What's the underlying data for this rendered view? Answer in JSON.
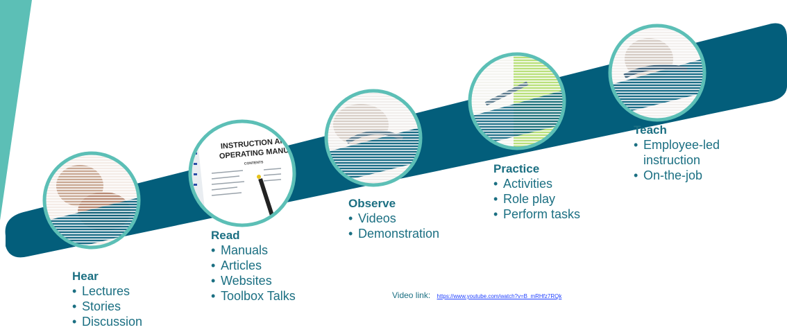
{
  "colors": {
    "band": "#035e7b",
    "accent": "#5cbfb6",
    "text": "#1b6f82",
    "link": "#2040ff"
  },
  "stages": [
    {
      "title": "Hear",
      "items": [
        "Lectures",
        "Stories",
        "Discussion"
      ],
      "icon": "listening-photo"
    },
    {
      "title": "Read",
      "items": [
        "Manuals",
        "Articles",
        "Websites",
        "Toolbox Talks"
      ],
      "icon": "manual-photo"
    },
    {
      "title": "Observe",
      "items": [
        "Videos",
        "Demonstration"
      ],
      "icon": "observe-photo"
    },
    {
      "title": "Practice",
      "items": [
        "Activities",
        "Role play",
        "Perform tasks"
      ],
      "icon": "practice-photo"
    },
    {
      "title": "Teach",
      "items": [
        "Employee-led instruction",
        "On-the-job"
      ],
      "icon": "teach-photo"
    }
  ],
  "manual_photo": {
    "line1": "INSTRUCTION AN",
    "line2": "OPERATING MANUA",
    "line3": "CONTENTS"
  },
  "video": {
    "label": "Video link:",
    "url": "https://www.youtube.com/watch?v=B_mRHfz7RQk"
  }
}
